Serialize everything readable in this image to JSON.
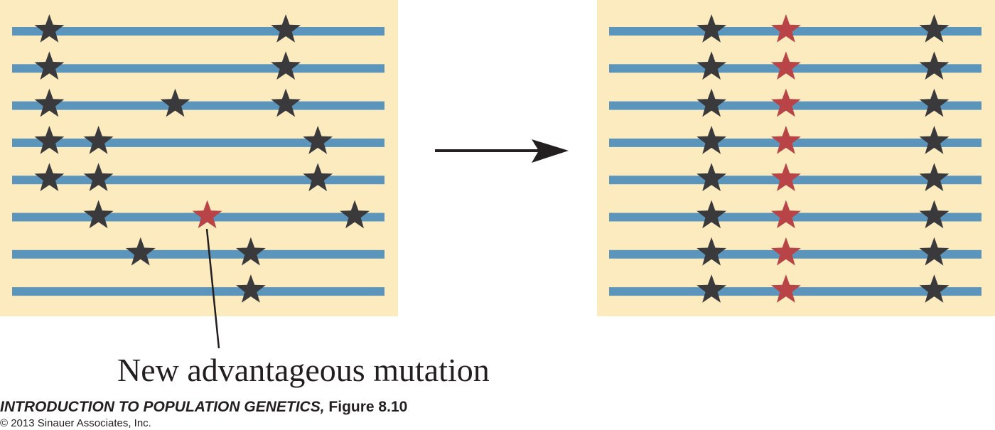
{
  "diagram": {
    "colors": {
      "panel_background": "#fcebbf",
      "chromosome_line": "#5b95bb",
      "neutral_star": "#3a3a3c",
      "advantageous_star": "#b84447",
      "arrow": "#231f20"
    },
    "before_panel": {
      "chromosomes": [
        {
          "variants": [
            {
              "position": 0.1,
              "type": "neutral"
            },
            {
              "position": 0.735,
              "type": "neutral"
            }
          ]
        },
        {
          "variants": [
            {
              "position": 0.1,
              "type": "neutral"
            },
            {
              "position": 0.735,
              "type": "neutral"
            }
          ]
        },
        {
          "variants": [
            {
              "position": 0.1,
              "type": "neutral"
            },
            {
              "position": 0.438,
              "type": "neutral"
            },
            {
              "position": 0.735,
              "type": "neutral"
            }
          ]
        },
        {
          "variants": [
            {
              "position": 0.1,
              "type": "neutral"
            },
            {
              "position": 0.232,
              "type": "neutral"
            },
            {
              "position": 0.821,
              "type": "neutral"
            }
          ]
        },
        {
          "variants": [
            {
              "position": 0.1,
              "type": "neutral"
            },
            {
              "position": 0.232,
              "type": "neutral"
            },
            {
              "position": 0.821,
              "type": "neutral"
            }
          ]
        },
        {
          "variants": [
            {
              "position": 0.232,
              "type": "neutral"
            },
            {
              "position": 0.524,
              "type": "advantageous"
            },
            {
              "position": 0.92,
              "type": "neutral"
            }
          ]
        },
        {
          "variants": [
            {
              "position": 0.345,
              "type": "neutral"
            },
            {
              "position": 0.641,
              "type": "neutral"
            }
          ]
        },
        {
          "variants": [
            {
              "position": 0.641,
              "type": "neutral"
            }
          ]
        }
      ]
    },
    "after_panel": {
      "chromosomes": [
        {
          "variants": [
            {
              "position": 0.275,
              "type": "neutral"
            },
            {
              "position": 0.475,
              "type": "advantageous"
            },
            {
              "position": 0.873,
              "type": "neutral"
            }
          ]
        },
        {
          "variants": [
            {
              "position": 0.275,
              "type": "neutral"
            },
            {
              "position": 0.475,
              "type": "advantageous"
            },
            {
              "position": 0.873,
              "type": "neutral"
            }
          ]
        },
        {
          "variants": [
            {
              "position": 0.275,
              "type": "neutral"
            },
            {
              "position": 0.475,
              "type": "advantageous"
            },
            {
              "position": 0.873,
              "type": "neutral"
            }
          ]
        },
        {
          "variants": [
            {
              "position": 0.275,
              "type": "neutral"
            },
            {
              "position": 0.475,
              "type": "advantageous"
            },
            {
              "position": 0.873,
              "type": "neutral"
            }
          ]
        },
        {
          "variants": [
            {
              "position": 0.275,
              "type": "neutral"
            },
            {
              "position": 0.475,
              "type": "advantageous"
            },
            {
              "position": 0.873,
              "type": "neutral"
            }
          ]
        },
        {
          "variants": [
            {
              "position": 0.275,
              "type": "neutral"
            },
            {
              "position": 0.475,
              "type": "advantageous"
            },
            {
              "position": 0.873,
              "type": "neutral"
            }
          ]
        },
        {
          "variants": [
            {
              "position": 0.275,
              "type": "neutral"
            },
            {
              "position": 0.475,
              "type": "advantageous"
            },
            {
              "position": 0.873,
              "type": "neutral"
            }
          ]
        },
        {
          "variants": [
            {
              "position": 0.275,
              "type": "neutral"
            },
            {
              "position": 0.475,
              "type": "advantageous"
            },
            {
              "position": 0.873,
              "type": "neutral"
            }
          ]
        }
      ]
    },
    "annotation_label": "New advantageous mutation"
  },
  "figure_title": {
    "book": "INTRODUCTION TO POPULATION GENETICS,",
    "figure": "Figure 8.10"
  },
  "copyright": "© 2013 Sinauer Associates, Inc."
}
